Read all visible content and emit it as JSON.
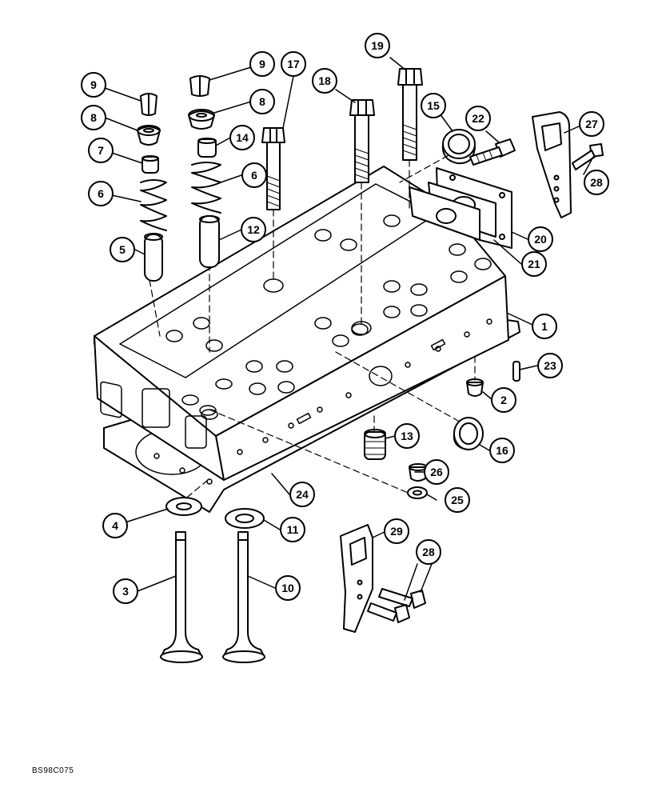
{
  "reference_code": "BS98C075",
  "callouts": [
    {
      "id": "c1",
      "label": "1"
    },
    {
      "id": "c2",
      "label": "2"
    },
    {
      "id": "c3",
      "label": "3"
    },
    {
      "id": "c4",
      "label": "4"
    },
    {
      "id": "c5",
      "label": "5"
    },
    {
      "id": "c6a",
      "label": "6"
    },
    {
      "id": "c6b",
      "label": "6"
    },
    {
      "id": "c7",
      "label": "7"
    },
    {
      "id": "c8a",
      "label": "8"
    },
    {
      "id": "c8b",
      "label": "8"
    },
    {
      "id": "c9a",
      "label": "9"
    },
    {
      "id": "c9b",
      "label": "9"
    },
    {
      "id": "c10",
      "label": "10"
    },
    {
      "id": "c11",
      "label": "11"
    },
    {
      "id": "c12",
      "label": "12"
    },
    {
      "id": "c13",
      "label": "13"
    },
    {
      "id": "c14",
      "label": "14"
    },
    {
      "id": "c15",
      "label": "15"
    },
    {
      "id": "c16",
      "label": "16"
    },
    {
      "id": "c17",
      "label": "17"
    },
    {
      "id": "c18",
      "label": "18"
    },
    {
      "id": "c19",
      "label": "19"
    },
    {
      "id": "c20",
      "label": "20"
    },
    {
      "id": "c21",
      "label": "21"
    },
    {
      "id": "c22",
      "label": "22"
    },
    {
      "id": "c23",
      "label": "23"
    },
    {
      "id": "c24",
      "label": "24"
    },
    {
      "id": "c25",
      "label": "25"
    },
    {
      "id": "c26",
      "label": "26"
    },
    {
      "id": "c27",
      "label": "27"
    },
    {
      "id": "c28a",
      "label": "28"
    },
    {
      "id": "c28b",
      "label": "28"
    },
    {
      "id": "c29",
      "label": "29"
    }
  ]
}
